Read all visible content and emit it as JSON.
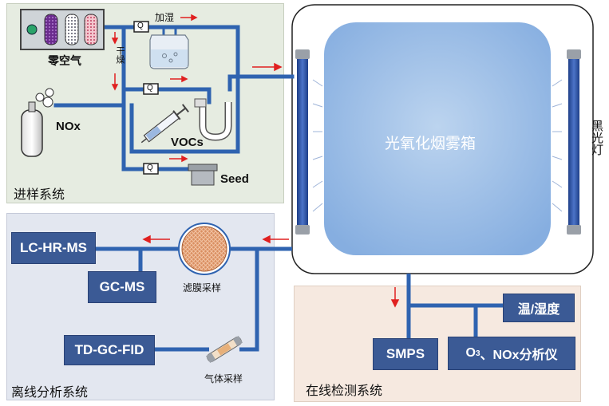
{
  "panels": {
    "intake": {
      "title": "进样系统"
    },
    "offline": {
      "title": "离线分析系统"
    },
    "online": {
      "title": "在线检测系统"
    }
  },
  "labels": {
    "zero_air": "零空气",
    "humidify": "加湿",
    "dry": "干燥",
    "nox": "NOx",
    "vocs": "VOCs",
    "seed": "Seed",
    "chamber": "光氧化烟雾箱",
    "black_light": "黑光灯",
    "filter_sampling": "滤膜采样",
    "gas_sampling": "气体采样",
    "flow_meter": "Q"
  },
  "instruments": {
    "lc_hr_ms": "LC-HR-MS",
    "gc_ms": "GC-MS",
    "td_gc_fid": "TD-GC-FID",
    "smps": "SMPS",
    "o3_main": "O",
    "o3_sub": "3",
    "o3_rest": "、NOx分析仪",
    "temp_humidity": "温/湿度"
  },
  "colors": {
    "pipe": "#2f63b0",
    "instrument_box": "#3b5a95",
    "arrow": "#e02020",
    "chamber_fill": "#a7c4e6",
    "intake_bg": "#e6ece1",
    "offline_bg": "#e3e7f0",
    "online_bg": "#f6e9e0"
  }
}
